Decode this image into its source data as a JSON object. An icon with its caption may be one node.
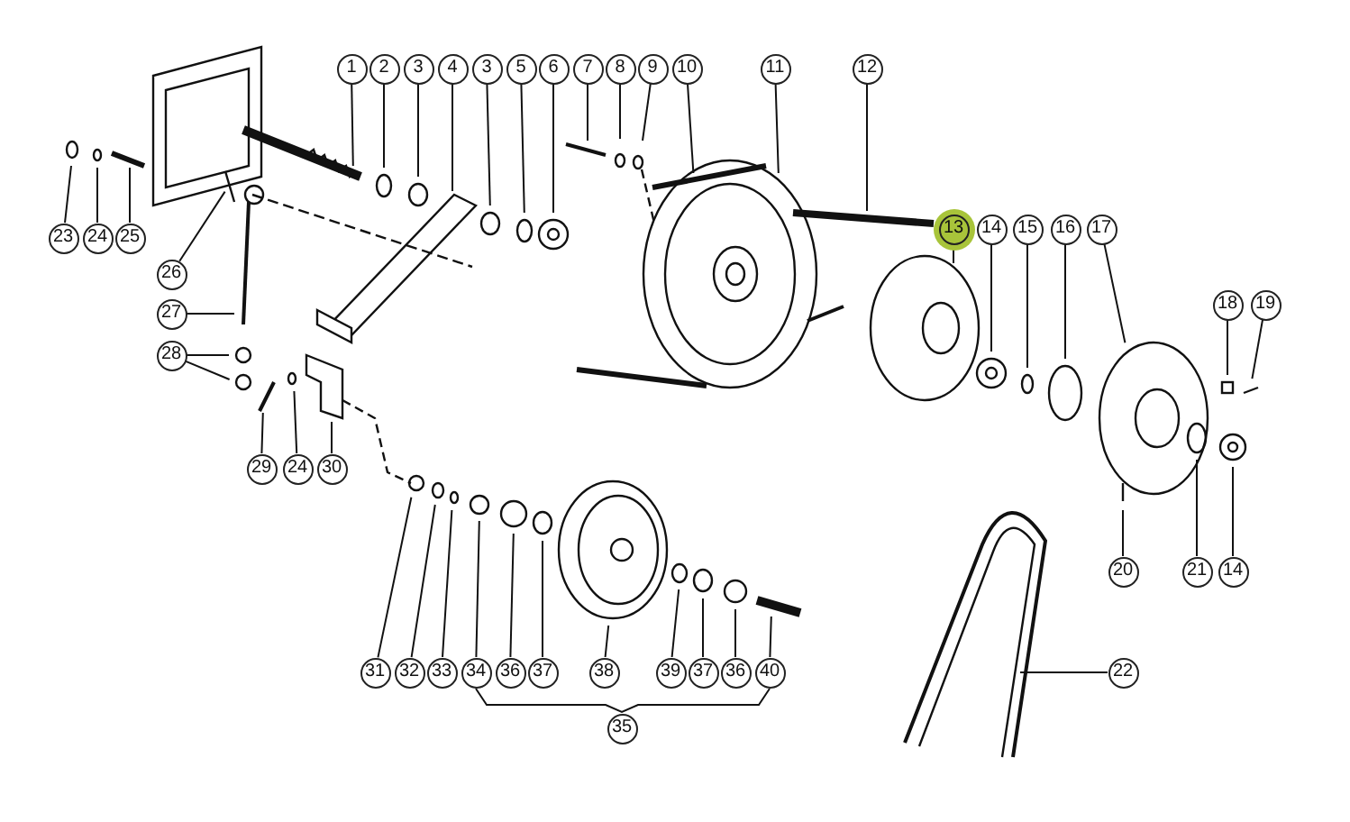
{
  "diagram": {
    "nodes": [
      {
        "text": [
          "1"
        ]
      },
      {
        "text": [
          "2"
        ]
      },
      {
        "text": [
          "3"
        ]
      },
      {
        "text": [
          "4"
        ]
      },
      {
        "text": [
          "3"
        ]
      },
      {
        "text": [
          "5"
        ]
      },
      {
        "text": [
          "6"
        ]
      },
      {
        "text": [
          "7"
        ]
      },
      {
        "text": [
          "8"
        ]
      },
      {
        "text": [
          "9"
        ]
      },
      {
        "text": [
          "10"
        ]
      },
      {
        "text": [
          "11"
        ]
      },
      {
        "text": [
          "12"
        ]
      },
      {
        "text": [
          "13"
        ]
      },
      {
        "text": [
          "14"
        ]
      },
      {
        "text": [
          "15"
        ]
      },
      {
        "text": [
          "16"
        ]
      },
      {
        "text": [
          "17"
        ]
      },
      {
        "text": [
          "18"
        ]
      },
      {
        "text": [
          "19"
        ]
      },
      {
        "text": [
          "23"
        ]
      },
      {
        "text": [
          "24"
        ]
      },
      {
        "text": [
          "25"
        ]
      },
      {
        "text": [
          "26"
        ]
      },
      {
        "text": [
          "27"
        ]
      },
      {
        "text": [
          "28"
        ]
      },
      {
        "text": [
          "29"
        ]
      },
      {
        "text": [
          "24"
        ]
      },
      {
        "text": [
          "30"
        ]
      },
      {
        "text": [
          "20"
        ]
      },
      {
        "text": [
          "21"
        ]
      },
      {
        "text": [
          "14"
        ]
      },
      {
        "text": [
          "31"
        ]
      },
      {
        "text": [
          "32"
        ]
      },
      {
        "text": [
          "33"
        ]
      },
      {
        "text": [
          "34"
        ]
      },
      {
        "text": [
          "36"
        ]
      },
      {
        "text": [
          "37"
        ]
      },
      {
        "text": [
          "38"
        ]
      },
      {
        "text": [
          "39"
        ]
      },
      {
        "text": [
          "37"
        ]
      },
      {
        "text": [
          "36"
        ]
      },
      {
        "text": [
          "40"
        ]
      },
      {
        "text": [
          "22"
        ]
      },
      {
        "text": [
          "35"
        ]
      }
    ],
    "edges": [
      {
        "from": 0,
        "to": null,
        "arrow": "none"
      },
      {
        "from": 1,
        "to": null,
        "arrow": "none"
      },
      {
        "from": 2,
        "to": null,
        "arrow": "none"
      },
      {
        "from": 3,
        "to": null,
        "arrow": "none"
      },
      {
        "from": 4,
        "to": null,
        "arrow": "none"
      },
      {
        "from": 5,
        "to": null,
        "arrow": "none"
      },
      {
        "from": 6,
        "to": null,
        "arrow": "none"
      },
      {
        "from": 7,
        "to": null,
        "arrow": "none"
      },
      {
        "from": 8,
        "to": null,
        "arrow": "none"
      },
      {
        "from": 9,
        "to": null,
        "arrow": "none"
      },
      {
        "from": 10,
        "to": null,
        "arrow": "none"
      },
      {
        "from": 11,
        "to": null,
        "arrow": "none"
      },
      {
        "from": 12,
        "to": null,
        "arrow": "none"
      },
      {
        "from": 13,
        "to": null,
        "arrow": "none"
      },
      {
        "from": 14,
        "to": null,
        "arrow": "none"
      },
      {
        "from": 15,
        "to": null,
        "arrow": "none"
      },
      {
        "from": 16,
        "to": null,
        "arrow": "none"
      },
      {
        "from": 17,
        "to": null,
        "arrow": "none"
      },
      {
        "from": 18,
        "to": null,
        "arrow": "none"
      },
      {
        "from": 19,
        "to": null,
        "arrow": "none"
      },
      {
        "from": 20,
        "to": null,
        "arrow": "none"
      },
      {
        "from": 21,
        "to": null,
        "arrow": "none"
      },
      {
        "from": 22,
        "to": null,
        "arrow": "none"
      },
      {
        "from": 23,
        "to": null,
        "arrow": "none"
      },
      {
        "from": 24,
        "to": null,
        "arrow": "none"
      },
      {
        "from": 25,
        "to": null,
        "arrow": "none"
      },
      {
        "from": 25,
        "to": null,
        "arrow": "none"
      },
      {
        "from": 26,
        "to": null,
        "arrow": "none"
      },
      {
        "from": 27,
        "to": null,
        "arrow": "none"
      },
      {
        "from": 28,
        "to": null,
        "arrow": "none"
      },
      {
        "from": 29,
        "to": null,
        "arrow": "none"
      },
      {
        "from": 30,
        "to": null,
        "arrow": "none"
      },
      {
        "from": 31,
        "to": null,
        "arrow": "none"
      },
      {
        "from": 32,
        "to": null,
        "arrow": "none"
      },
      {
        "from": 33,
        "to": null,
        "arrow": "none"
      },
      {
        "from": 34,
        "to": null,
        "arrow": "none"
      },
      {
        "from": 35,
        "to": null,
        "arrow": "none"
      },
      {
        "from": 36,
        "to": null,
        "arrow": "none"
      },
      {
        "from": 37,
        "to": null,
        "arrow": "none"
      },
      {
        "from": 38,
        "to": null,
        "arrow": "none"
      },
      {
        "from": 39,
        "to": null,
        "arrow": "none"
      },
      {
        "from": 40,
        "to": null,
        "arrow": "none"
      },
      {
        "from": 41,
        "to": null,
        "arrow": "none"
      },
      {
        "from": 42,
        "to": null,
        "arrow": "none"
      },
      {
        "from": 43,
        "to": null,
        "arrow": "none"
      }
    ]
  }
}
